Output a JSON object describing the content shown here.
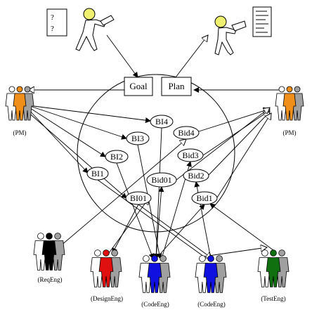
{
  "goal_label": "Goal",
  "plan_label": "Plan",
  "goal_doc_lines": [
    "?",
    "?"
  ],
  "nodes": {
    "bi1": "BI1",
    "bi2": "BI2",
    "bi3": "BI3",
    "bi4": "BI4",
    "bi01": "BI01",
    "bid1": "Bid1",
    "bid2": "Bid2",
    "bid3": "Bid3",
    "bid4": "Bid4",
    "bid01": "Bid01"
  },
  "roles": {
    "pm_left": "(PM)",
    "pm_right": "(PM)",
    "req_eng": "(ReqEng)",
    "design_eng": "(DesignEng)",
    "code_eng_1": "(CodeEng)",
    "code_eng_2": "(CodeEng)",
    "test_eng": "(TestEng)"
  },
  "colors": {
    "pm": "#f0901a",
    "req_eng": "#000000",
    "design_eng": "#e01010",
    "code_eng": "#1010e0",
    "test_eng": "#107010",
    "gray": "#a0a0a0",
    "face": "#f0f070"
  }
}
